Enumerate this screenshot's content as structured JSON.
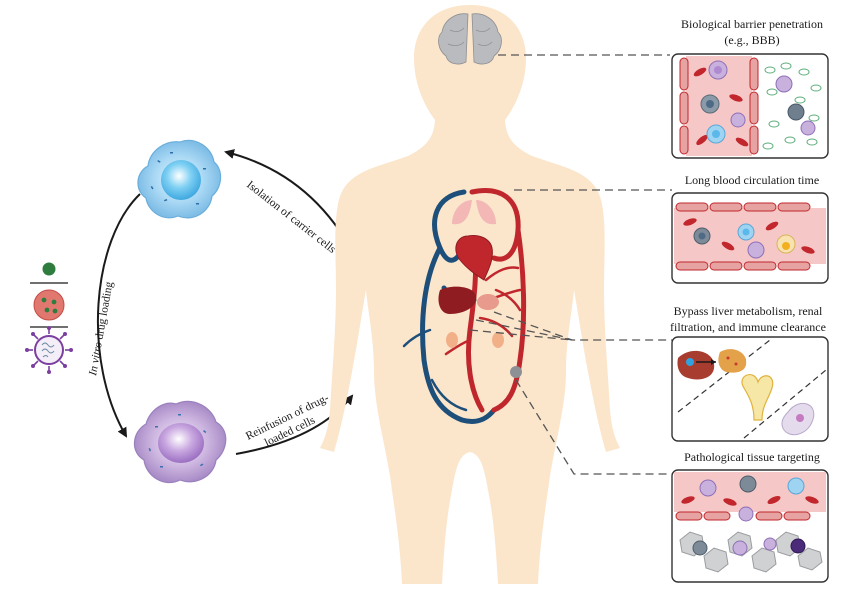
{
  "cycle": {
    "isolation_label": "Isolation of carrier cells",
    "reinfusion_label_line1": "Reinfusion of drug-",
    "reinfusion_label_line2": "loaded cells",
    "loading_label_italic": "In vitro",
    "loading_label_rest": " drug loading"
  },
  "panels": [
    {
      "title_line1": "Biological barrier penetration",
      "title_line2": "(e.g., BBB)"
    },
    {
      "title_line1": "Long blood circulation time",
      "title_line2": ""
    },
    {
      "title_line1": "Bypass liver metabolism, renal",
      "title_line2": "filtration, and immune clearance"
    },
    {
      "title_line1": "Pathological tissue targeting",
      "title_line2": ""
    }
  ],
  "colors": {
    "body_skin": "#fbe6cc",
    "artery": "#c0272d",
    "vein": "#1d4f7a",
    "vessel_fill": "#f5c7c6",
    "rbc": "#c1272d",
    "carrier_blue": "#9fd3f2",
    "carrier_purple": "#c9b1dd",
    "brain_gray": "#b9bbbe"
  }
}
